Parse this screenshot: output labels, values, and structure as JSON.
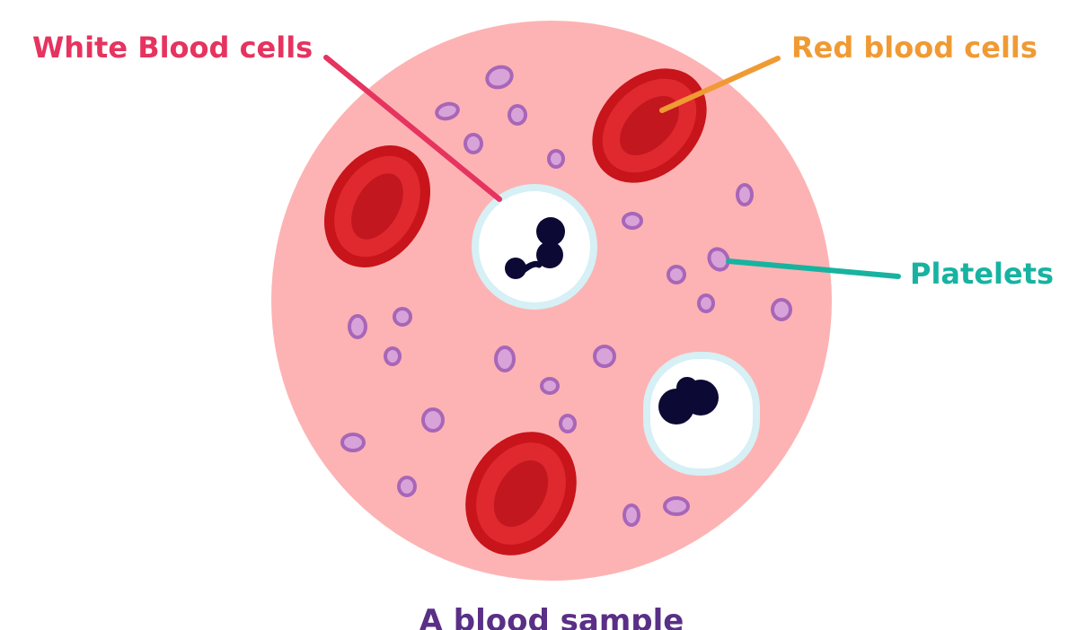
{
  "labels": {
    "white_blood_cells": "White Blood cells",
    "red_blood_cells": "Red blood cells",
    "platelets": "Platelets"
  },
  "caption": "A blood sample",
  "colors": {
    "background": "#ffffff",
    "plasma": "#fdb3b3",
    "red_cell_outer": "#c8141b",
    "red_cell_inner": "#e0292f",
    "red_cell_core": "#b51018",
    "white_cell_halo": "#d6f0f5",
    "white_cell_body": "#ffffff",
    "nucleus": "#0c0a34",
    "platelet_fill": "#d8a3d8",
    "platelet_stroke": "#a866b8",
    "white_label": "#e6335f",
    "red_label": "#f09a34",
    "platelet_label": "#17b3a0",
    "caption": "#5a2f86"
  },
  "icons": [
    "red-blood-cell-icon",
    "white-blood-cell-icon",
    "platelet-icon",
    "nucleus-icon"
  ]
}
